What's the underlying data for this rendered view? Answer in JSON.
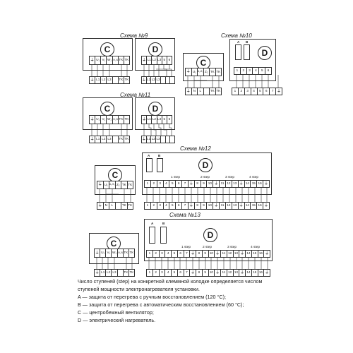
{
  "schemes": {
    "s9": {
      "title": "Схема №9",
      "c": {
        "badge": "C",
        "top": [
          "⏚",
          "U₁",
          "V₁",
          "W₁",
          "U₂/V₂/W₂",
          "TK",
          "TK"
        ],
        "bottom": [
          "⏚",
          "L1",
          "L2",
          "L3",
          "",
          "TK",
          "TK"
        ]
      },
      "d": {
        "badge": "D",
        "top": [
          "⏚",
          "L1",
          "L2",
          "L3",
          "5",
          "6"
        ],
        "bottom": [
          "⏚",
          "L1",
          "L2",
          "L3",
          "",
          "",
          ""
        ]
      }
    },
    "s10": {
      "title": "Схема №10",
      "c": {
        "badge": "C",
        "top": [
          "⏚",
          "U₁",
          "U₂/Z₁",
          "Z₂",
          "TK",
          "TK"
        ],
        "bottom": [
          "⏚",
          "N",
          "L",
          "",
          "TK",
          "TK"
        ]
      },
      "d": {
        "badge": "D",
        "prot": [
          "A",
          "B"
        ],
        "top": [
          "1",
          "2",
          "3",
          "4",
          "5",
          "6"
        ],
        "bottom": [
          "1",
          "2",
          "3",
          "4",
          "5",
          "6",
          "7",
          "⏚"
        ]
      }
    },
    "s11": {
      "title": "Схема №11",
      "c": {
        "badge": "C",
        "top": [
          "⏚",
          "U₁",
          "V₁",
          "W₁",
          "U₂/V₂/W₂",
          "TK",
          "TK"
        ],
        "bottom": [
          "⏚",
          "L1",
          "L2",
          "L3",
          "",
          "TK",
          "TK"
        ]
      },
      "d": {
        "badge": "D",
        "top": [
          "⏚",
          "L1",
          "L2",
          "L3",
          "5",
          "6"
        ],
        "bottom": [
          "⏚",
          "L1",
          "L2",
          "L3",
          "",
          "",
          ""
        ]
      }
    },
    "s12": {
      "title": "Схема №12",
      "c": {
        "badge": "C",
        "top": [
          "⏚",
          "U₁",
          "U₂/Z₁",
          "Z₂",
          "TK",
          "TK"
        ],
        "bottom": [
          "⏚",
          "N",
          "L",
          "",
          "TK",
          "TK"
        ]
      },
      "d": {
        "badge": "D",
        "prot": [
          "A",
          "B"
        ],
        "steps": [
          "1 step",
          "2 step",
          "3 step",
          "4 step"
        ],
        "top": [
          "1",
          "2",
          "3",
          "4",
          "5",
          "6",
          "7",
          "⏚",
          "8",
          "9",
          "10",
          "⏚",
          "11",
          "12",
          "13",
          "⏚",
          "14",
          "15",
          "16",
          "⏚"
        ],
        "bottom": [
          "1",
          "2",
          "3",
          "4",
          "5",
          "6",
          "7",
          "⏚",
          "8",
          "9",
          "10",
          "⏚",
          "11",
          "12",
          "13",
          "⏚",
          "14",
          "15",
          "16",
          "⏚"
        ]
      }
    },
    "s13": {
      "title": "Схема №13",
      "c": {
        "badge": "C",
        "top": [
          "⏚",
          "U₁",
          "V₁",
          "W₁",
          "U₂/V₂/W₂",
          "TK",
          "TK"
        ],
        "bottom": [
          "⏚",
          "L1",
          "L2",
          "L3",
          "",
          "TK",
          "TK"
        ]
      },
      "d": {
        "badge": "D",
        "prot": [
          "A",
          "B"
        ],
        "steps": [
          "1 step",
          "2 step",
          "3 step",
          "4 step"
        ],
        "top": [
          "1",
          "2",
          "3",
          "4",
          "5",
          "6",
          "7",
          "⏚",
          "8",
          "9",
          "10",
          "⏚",
          "11",
          "12",
          "13",
          "⏚",
          "14",
          "15",
          "16",
          "⏚"
        ],
        "bottom": [
          "1",
          "2",
          "3",
          "4",
          "5",
          "6",
          "7",
          "⏚",
          "8",
          "9",
          "10",
          "⏚",
          "11",
          "12",
          "13",
          "⏚",
          "14",
          "15",
          "16",
          "⏚"
        ]
      }
    }
  },
  "note": {
    "line1": "Число ступеней (step) на конкретной клеммной колодке определяется числом",
    "line2": "ступеней мощности электронагревателя установки.",
    "legend": [
      "A — защита от перегрева с ручным восстановлением (120 °C);",
      "B — защита от перегрева с автоматическим восстановлением (60 °C);",
      "C — центробежный вентилятор;",
      "D — электрический нагреватель."
    ]
  }
}
